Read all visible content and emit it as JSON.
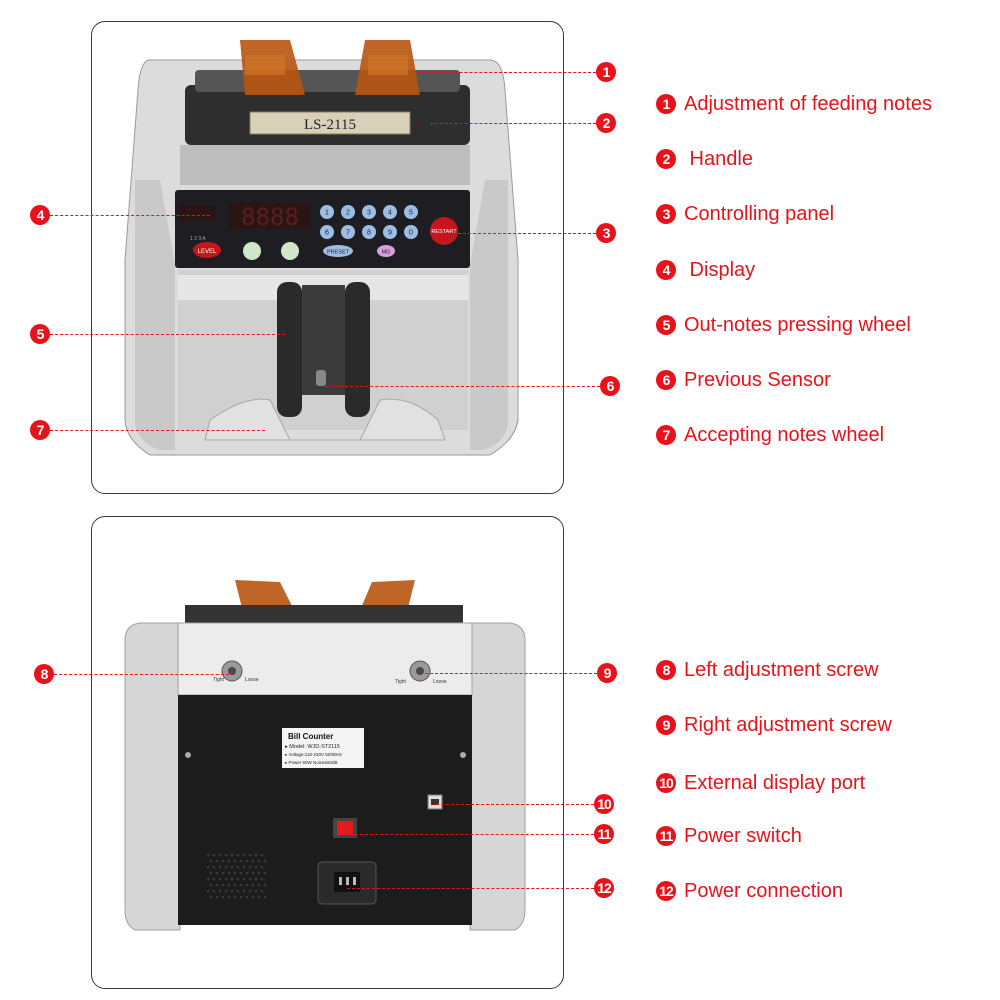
{
  "machine_front": {
    "model_plate": "LS-2115",
    "buttons": [
      "LEVEL",
      "RESTART",
      "PRESET",
      "MG"
    ],
    "keypad": [
      "1",
      "2",
      "3",
      "4",
      "5",
      "6",
      "7",
      "8",
      "9",
      "0"
    ],
    "indicator_labels": "1 2 3 A"
  },
  "machine_back": {
    "screw_left_labels": [
      "Tight",
      "Loose"
    ],
    "screw_right_labels": [
      "Tight",
      "Loose"
    ],
    "label_plate": {
      "title": "Bill Counter",
      "lines": [
        "▸ Model: WJD-ST2115",
        "▸ Voltage:110-220V  50/60Hz",
        "▸ Power  50W  Noice≤60dB"
      ]
    }
  },
  "legend": [
    {
      "num": "1",
      "text": "Adjustment of feeding notes"
    },
    {
      "num": "2",
      "text": " Handle"
    },
    {
      "num": "3",
      "text": "Controlling panel"
    },
    {
      "num": "4",
      "text": " Display"
    },
    {
      "num": "5",
      "text": "Out-notes pressing wheel"
    },
    {
      "num": "6",
      "text": "Previous Sensor"
    },
    {
      "num": "7",
      "text": "Accepting notes wheel"
    },
    {
      "num": "8",
      "text": "Left adjustment screw"
    },
    {
      "num": "9",
      "text": "Right adjustment screw"
    },
    {
      "num": "10",
      "text": "External display port"
    },
    {
      "num": "11",
      "text": "Power switch"
    },
    {
      "num": "12",
      "text": "Power connection"
    }
  ],
  "colors": {
    "accent": "#e8121a",
    "frame": "#3a3a3a",
    "machine_body": "#d9d9d9",
    "hopper": "#b8540f"
  }
}
